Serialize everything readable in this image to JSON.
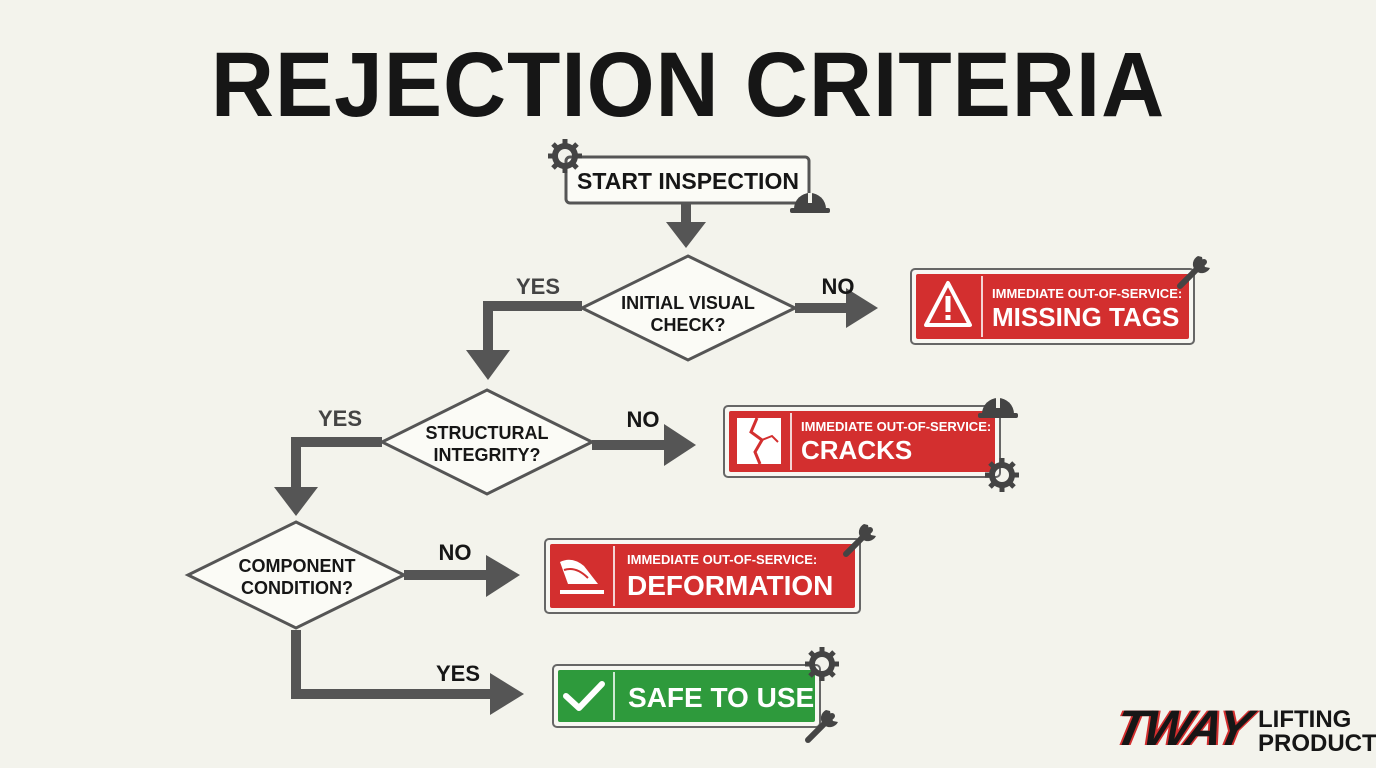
{
  "title": "REJECTION CRITERIA",
  "start": "START INSPECTION",
  "decisions": {
    "visual": [
      "INITIAL VISUAL",
      "CHECK?"
    ],
    "structural": [
      "STRUCTURAL",
      "INTEGRITY?"
    ],
    "component": [
      "COMPONENT",
      "CONDITION?"
    ]
  },
  "labels": {
    "yes1": "YES",
    "no1": "NO",
    "yes2": "YES",
    "no2": "NO",
    "no3": "NO",
    "yes3": "YES"
  },
  "outcomes": {
    "missing_tags": {
      "header": "IMMEDIATE OUT-OF-SERVICE:",
      "label": "MISSING TAGS"
    },
    "cracks": {
      "header": "IMMEDIATE OUT-OF-SERVICE:",
      "label": "CRACKS"
    },
    "deformation": {
      "header": "IMMEDIATE OUT-OF-SERVICE:",
      "label": "DEFORMATION"
    },
    "safe": {
      "label": "SAFE TO USE"
    }
  },
  "icons": {
    "start_left": "gear-icon",
    "start_right": "hard-hat-icon",
    "missing_tags": "warning-triangle-icon",
    "cracks": "crack-icon",
    "deformation": "bent-plate-icon",
    "safe": "checkmark-icon"
  },
  "colors": {
    "danger": "#d32f2f",
    "safe": "#2e9a3c",
    "arrow": "#555555",
    "text": "#161616"
  },
  "logo": {
    "brand": "TWAY",
    "line1": "LIFTING",
    "line2": "PRODUCTS"
  }
}
